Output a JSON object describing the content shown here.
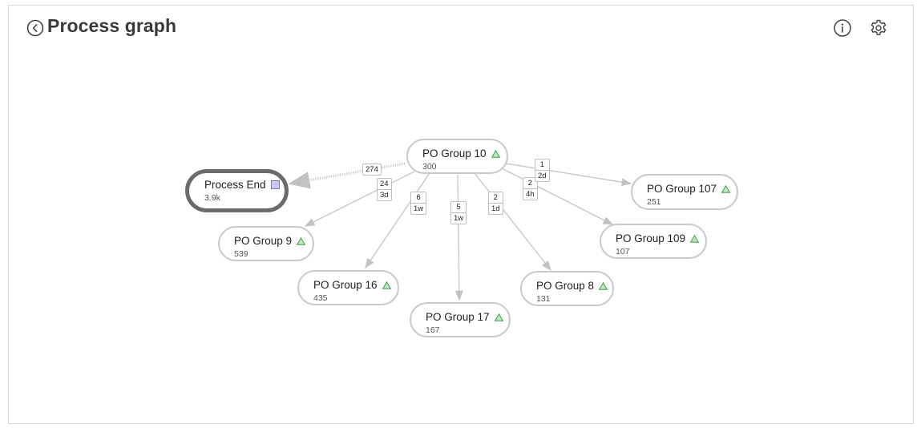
{
  "header": {
    "title": "Process graph",
    "back_icon": "chevron-left-circle-icon",
    "info_icon": "info-circle-icon",
    "settings_icon": "gear-icon"
  },
  "colors": {
    "edge": "#c8c8c8",
    "node_border": "#c9c9c9",
    "end_node_border": "#6b6b6b",
    "triangle_fill": "#bde7bf",
    "triangle_stroke": "#3fa04a",
    "end_square_fill": "#c9c8f2"
  },
  "nodes": [
    {
      "id": "g10",
      "name": "PO Group 10",
      "count": "300",
      "marker": "triangle"
    },
    {
      "id": "end",
      "name": "Process End",
      "count": "3.9k",
      "marker": "square"
    },
    {
      "id": "g107",
      "name": "PO Group 107",
      "count": "251",
      "marker": "triangle"
    },
    {
      "id": "g9",
      "name": "PO Group 9",
      "count": "539",
      "marker": "triangle"
    },
    {
      "id": "g109",
      "name": "PO Group 109",
      "count": "107",
      "marker": "triangle"
    },
    {
      "id": "g16",
      "name": "PO Group 16",
      "count": "435",
      "marker": "triangle"
    },
    {
      "id": "g8",
      "name": "PO Group 8",
      "count": "131",
      "marker": "triangle"
    },
    {
      "id": "g17",
      "name": "PO Group 17",
      "count": "167",
      "marker": "triangle"
    }
  ],
  "edges": [
    {
      "from": "g10",
      "to": "end",
      "count": "274",
      "duration": "",
      "style": "dotted"
    },
    {
      "from": "g10",
      "to": "g9",
      "count": "24",
      "duration": "3d",
      "style": "solid"
    },
    {
      "from": "g10",
      "to": "g16",
      "count": "6",
      "duration": "1w",
      "style": "solid"
    },
    {
      "from": "g10",
      "to": "g17",
      "count": "5",
      "duration": "1w",
      "style": "solid"
    },
    {
      "from": "g10",
      "to": "g8",
      "count": "2",
      "duration": "1d",
      "style": "solid"
    },
    {
      "from": "g10",
      "to": "g109",
      "count": "2",
      "duration": "4h",
      "style": "solid"
    },
    {
      "from": "g10",
      "to": "g107",
      "count": "1",
      "duration": "2d",
      "style": "solid"
    }
  ]
}
